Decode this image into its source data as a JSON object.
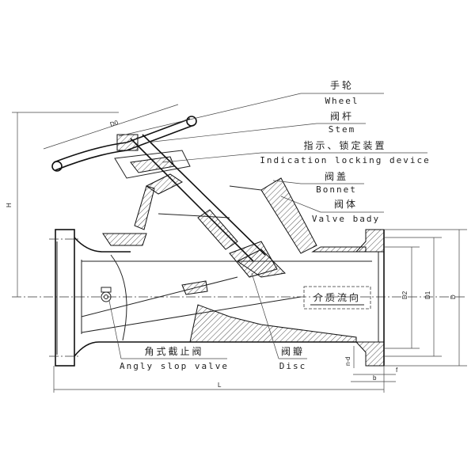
{
  "callouts": {
    "wheel": {
      "cn": "手轮",
      "en": "Wheel"
    },
    "stem": {
      "cn": "阀杆",
      "en": "Stem"
    },
    "indication": {
      "cn": "指示、锁定装置",
      "en": "Indication locking device"
    },
    "bonnet": {
      "cn": "阀盖",
      "en": "Bonnet"
    },
    "body": {
      "cn": "阀体",
      "en": "Valve bady"
    },
    "valve": {
      "cn": "角式截止阀",
      "en": "Angly slop valve"
    },
    "disc": {
      "cn": "阀瓣",
      "en": "Disc"
    }
  },
  "flow_direction": "介质流向",
  "dimensions": {
    "d0": "D0",
    "h": "H",
    "l": "L",
    "d2": "D2",
    "d1": "D1",
    "d": "D",
    "b": "b",
    "f": "f",
    "nd": "n-d"
  }
}
